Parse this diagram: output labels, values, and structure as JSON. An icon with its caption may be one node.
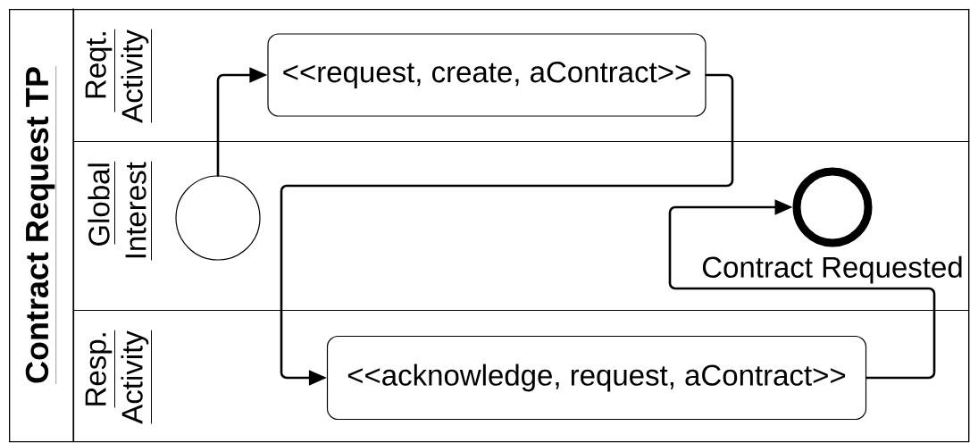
{
  "diagram": {
    "nodes": [
      {
        "text": [
          "Contract Request TP"
        ]
      },
      {
        "text": [
          "Reqt. Activity"
        ],
        "in": 0
      },
      {
        "text": [
          "Global Interest"
        ],
        "in": 0
      },
      {
        "text": [
          "Resp. Activity"
        ],
        "in": 0
      },
      {
        "text": [
          "<<request, create, aContract>>"
        ],
        "in": 1
      },
      {
        "text": [],
        "shape": "circle",
        "in": 2
      },
      {
        "text": [],
        "shape": "circle",
        "in": 2,
        "beside": [
          "Contract Requested"
        ]
      },
      {
        "text": [
          "<<acknowledge, request, aContract>>"
        ],
        "in": 3
      }
    ],
    "edges": [
      {
        "from": 5,
        "to": 4,
        "arrow": "to"
      },
      {
        "from": 4,
        "to": 7,
        "arrow": "to"
      },
      {
        "from": 7,
        "to": 6,
        "arrow": "to"
      }
    ]
  }
}
